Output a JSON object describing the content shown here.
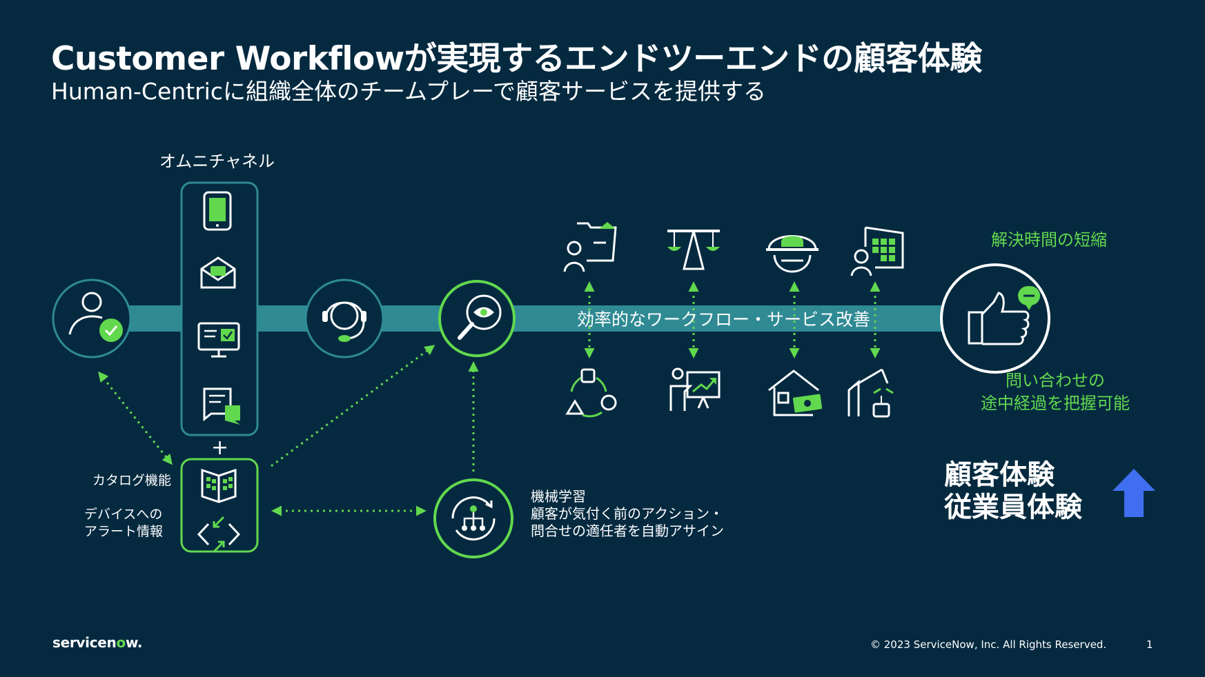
{
  "slide": {
    "title": "Customer Workflowが実現するエンドツーエンドの顧客体験",
    "subtitle": "Human-Centricに組織全体のチームプレーで顧客サービスを提供する"
  },
  "omnichannel": {
    "label": "オムニチャネル",
    "icons": [
      "mobile-phone-icon",
      "envelope-icon",
      "monitor-check-icon",
      "chat-document-icon"
    ]
  },
  "plus_sign": "+",
  "side_labels": {
    "catalog": "カタログ機能",
    "device_alert": [
      "デバイスへの",
      "アラート情報"
    ]
  },
  "workflow_band": {
    "label": "効率的なワークフロー・サービス改善"
  },
  "machine_learning": {
    "lines": [
      "機械学習",
      "顧客が気付く前のアクション・",
      "問合せの適任者を自動アサイン"
    ]
  },
  "results": {
    "short_resolution": "解決時間の短縮",
    "progress_visibility": [
      "問い合わせの",
      "途中経過を把握可能"
    ]
  },
  "experience": {
    "lines": [
      "顧客体験",
      "従業員体験"
    ]
  },
  "footer": {
    "logo_pre": "servicen",
    "logo_o": "o",
    "logo_post": "w.",
    "copyright": "© 2023 ServiceNow, Inc. All Rights Reserved.",
    "page_number": "1"
  },
  "colors": {
    "background": "#052a40",
    "accent_green": "#62d84e",
    "band_teal": "#2f8a93",
    "arrow_blue": "#3f6ff0"
  }
}
